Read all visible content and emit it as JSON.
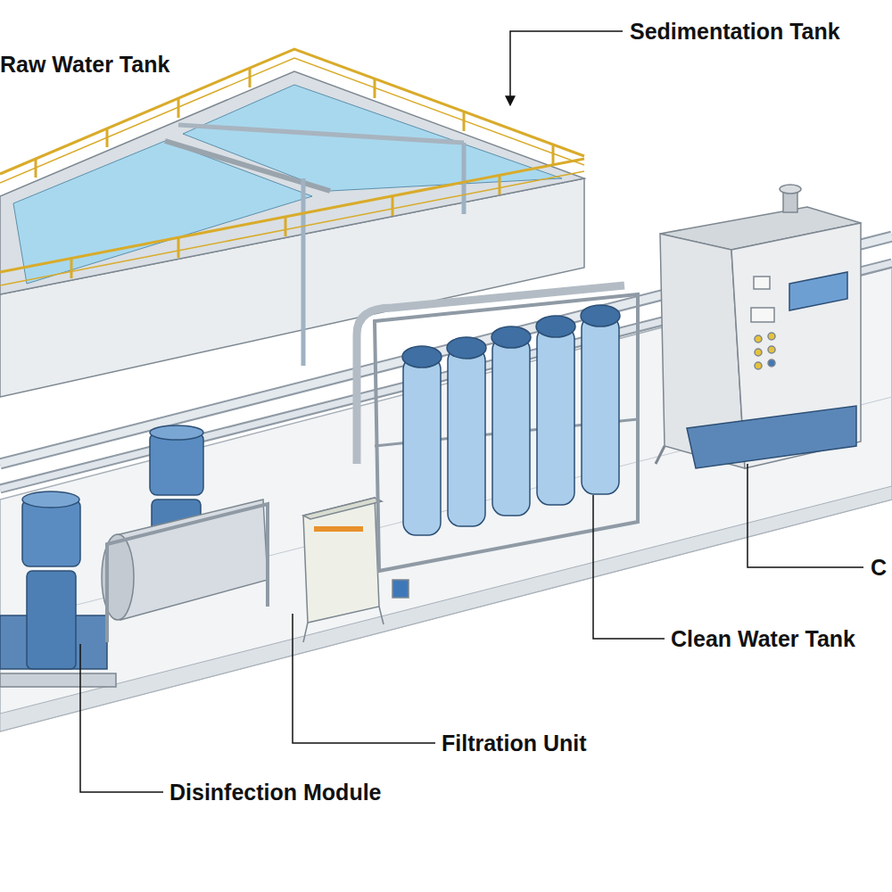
{
  "diagram": {
    "labels": [
      "Raw Water Tank",
      "Sedimentation Tank",
      "Clean Water Tank",
      "Filtration Unit",
      "Disinfection Module",
      "C"
    ]
  }
}
